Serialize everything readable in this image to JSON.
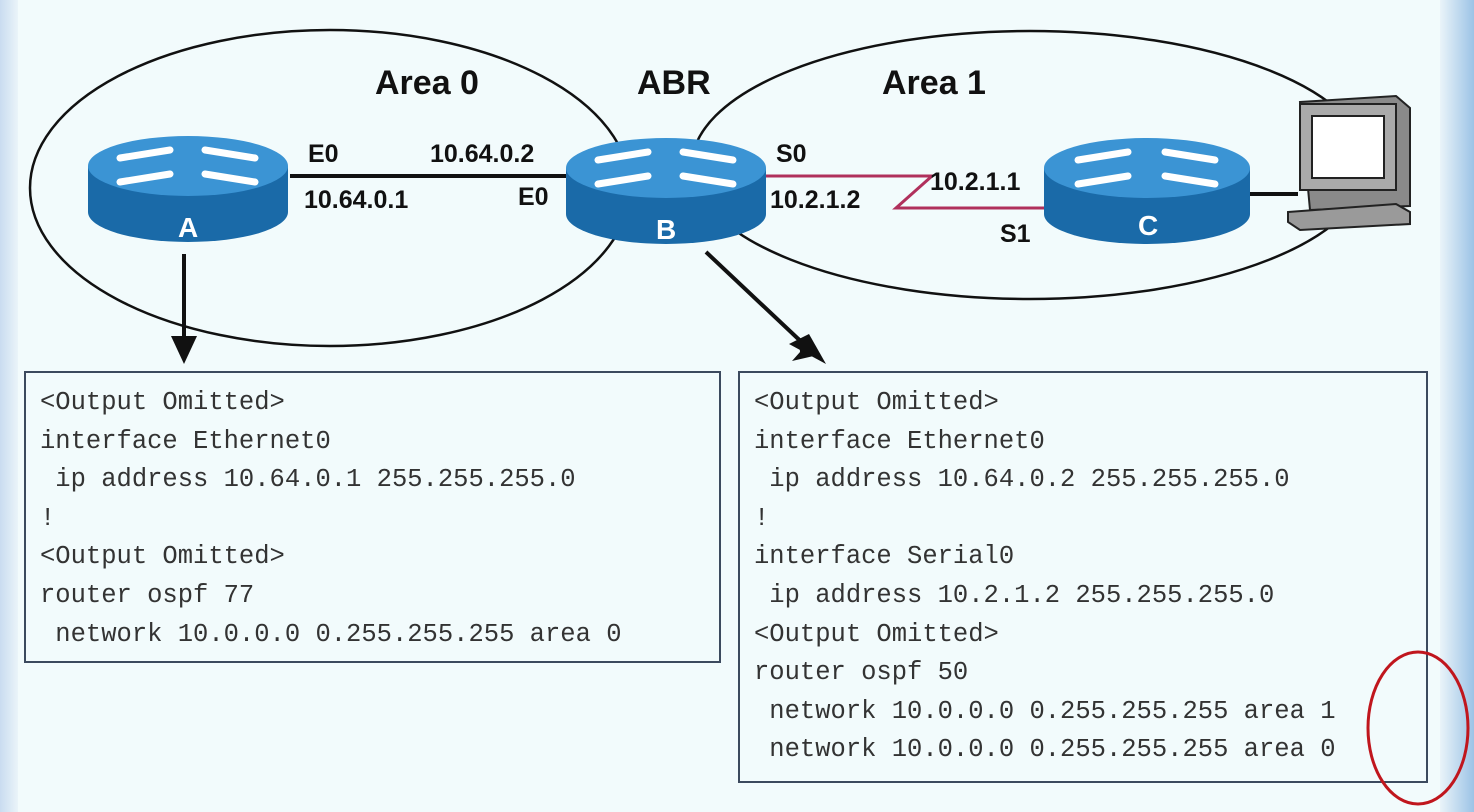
{
  "areas": {
    "area0": "Area 0",
    "abr": "ABR",
    "area1": "Area 1"
  },
  "routers": {
    "a": "A",
    "b": "B",
    "c": "C"
  },
  "interfaces": {
    "a_e0": "E0",
    "a_ip": "10.64.0.1",
    "b_e0_ip": "10.64.0.2",
    "b_e0": "E0",
    "b_s0": "S0",
    "b_s0_ip": "10.2.1.2",
    "c_s1_ip": "10.2.1.1",
    "c_s1": "S1"
  },
  "config_a": [
    "<Output Omitted>",
    "interface Ethernet0",
    " ip address 10.64.0.1 255.255.255.0",
    "!",
    "<Output Omitted>",
    "router ospf 77",
    " network 10.0.0.0 0.255.255.255 area 0"
  ],
  "config_b": [
    "<Output Omitted>",
    "interface Ethernet0",
    " ip address 10.64.0.2 255.255.255.0",
    "!",
    "interface Serial0",
    " ip address 10.2.1.2 255.255.255.0",
    "<Output Omitted>",
    "router ospf 50",
    " network 10.0.0.0 0.255.255.255 area 1",
    " network 10.0.0.0 0.255.255.255 area 0"
  ],
  "colors": {
    "router_top": "#2f86c8",
    "router_side": "#1a6aa8",
    "serial_link": "#b0305c",
    "highlight_circle": "#c0161d",
    "box_border": "#3c4a5e"
  }
}
